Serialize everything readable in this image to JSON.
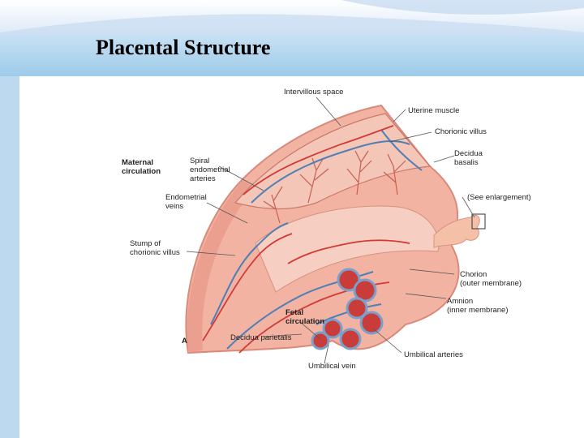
{
  "slide": {
    "title": "Placental Structure"
  },
  "diagram": {
    "label_A": "A",
    "labels": {
      "intervillous_space": "Intervillous space",
      "uterine_muscle": "Uterine muscle",
      "chorionic_villus": "Chorionic villus",
      "decidua_basalis": "Decidua\nbasalis",
      "see_enlargement": "(See enlargement)",
      "maternal_circulation": "Maternal\ncirculation",
      "spiral_arteries": "Spiral\nendometrial\narteries",
      "endometrial_veins": "Endometrial\nveins",
      "stump_villus": "Stump of\nchorionic villus",
      "chorion": "Chorion\n(outer membrane)",
      "amnion": "Amnion\n(inner membrane)",
      "fetal_circulation": "Fetal\ncirculation",
      "decidua_parietalis": "Decidua parietalis",
      "umbilical_arteries": "Umbilical arteries",
      "umbilical_vein": "Umbilical vein"
    }
  },
  "colors": {
    "tissue": "#f2b3a3",
    "artery": "#d23a35",
    "vein": "#4f7fb5",
    "title_band": "#9ecbea"
  }
}
